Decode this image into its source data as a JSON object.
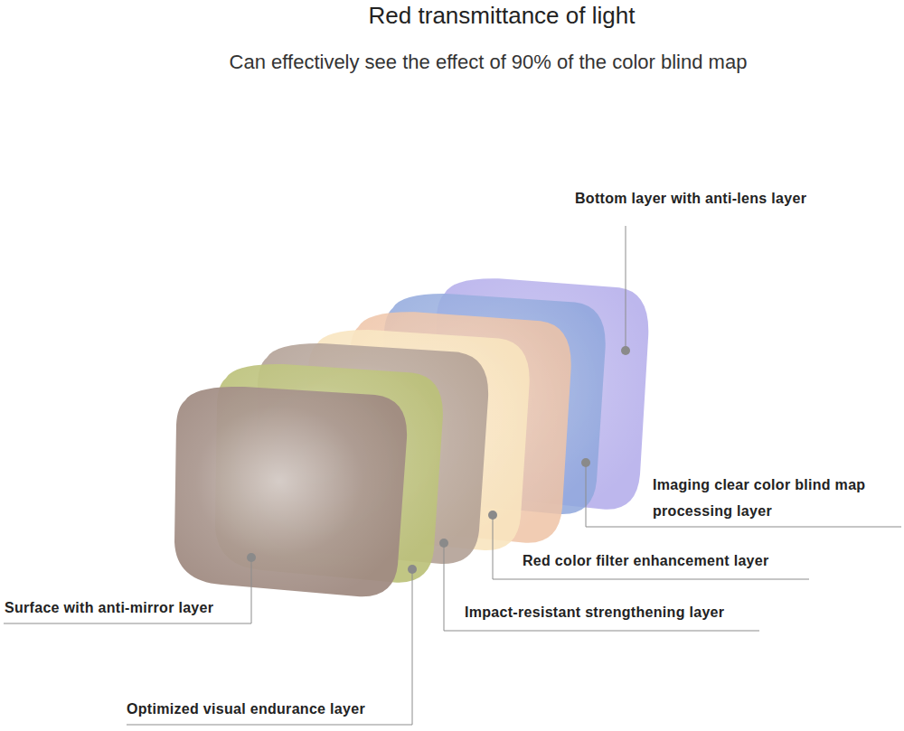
{
  "diagram": {
    "title": "Red transmittance of light",
    "labels": [
      "Can effectively see the effect of 90% of the color blind map",
      "Bottom layer with anti-lens layer",
      "Imaging clear color blind map processing layer",
      "Red color filter enhancement layer",
      "Impact-resistant strengthening layer",
      "Surface with anti-mirror layer",
      "Optimized visual endurance layer"
    ]
  }
}
